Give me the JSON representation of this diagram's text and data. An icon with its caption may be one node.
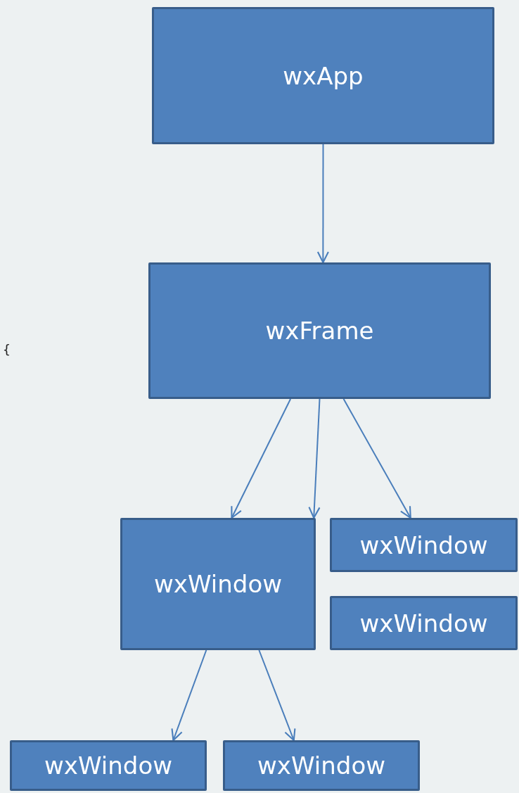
{
  "diagram": {
    "nodes": [
      {
        "text": [
          "wxApp"
        ]
      },
      {
        "text": [
          "wxFrame"
        ]
      },
      {
        "text": [
          "wxWindow"
        ]
      },
      {
        "text": [
          "wxWindow"
        ]
      },
      {
        "text": [
          "wxWindow"
        ]
      },
      {
        "text": [
          "wxWindow"
        ]
      },
      {
        "text": [
          "wxWindow"
        ]
      }
    ],
    "edges": [
      {
        "from": 0,
        "to": 1,
        "arrow": "to"
      },
      {
        "from": 1,
        "to": 2,
        "arrow": "to"
      },
      {
        "from": 1,
        "to": 2,
        "arrow": "to"
      },
      {
        "from": 1,
        "to": 3,
        "arrow": "to"
      },
      {
        "from": 2,
        "to": 5,
        "arrow": "to"
      },
      {
        "from": 2,
        "to": 6,
        "arrow": "to"
      }
    ],
    "labels": [
      "{"
    ]
  }
}
